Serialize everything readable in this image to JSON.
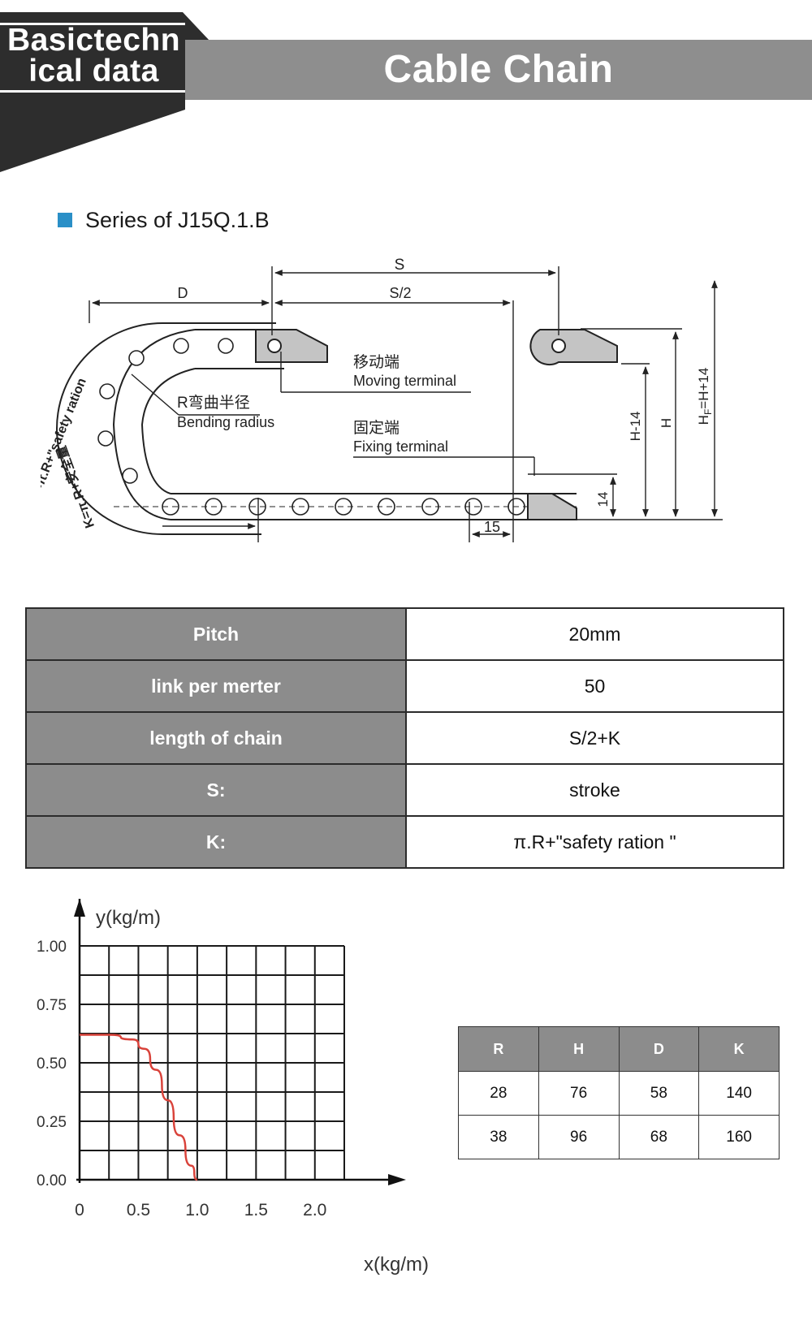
{
  "header": {
    "left_title_line1": "Basictechn",
    "left_title_line2": "ical data",
    "right_title": "Cable Chain"
  },
  "series": {
    "label": "Series of J15Q.1.B"
  },
  "diagram": {
    "labels": {
      "S": "S",
      "S_half": "S/2",
      "D": "D",
      "K_formula": "K=π.R+\"safety ration",
      "K_formula_cn": "K=π.R+安全量",
      "moving_cn": "移动端",
      "moving_en": "Moving terminal",
      "bending_cn": "R弯曲半径",
      "bending_en": "Bending radius",
      "fixing_cn": "固定端",
      "fixing_en": "Fixing terminal",
      "H_minus": "H-14",
      "H": "H",
      "HF": "H",
      "HF_sub": "F",
      "HF_rest": "=H+14",
      "dim14": "14",
      "dim15": "15"
    }
  },
  "specs": [
    {
      "key": "Pitch",
      "value": "20mm"
    },
    {
      "key": "link per merter",
      "value": "50"
    },
    {
      "key": "length of chain",
      "value": "S/2+K"
    },
    {
      "key": "S:",
      "value": "stroke"
    },
    {
      "key": "K:",
      "value": "π.R+\"safety ration \""
    }
  ],
  "chart_data": {
    "type": "line",
    "title": "",
    "xlabel": "x(kg/m)",
    "ylabel": "y(kg/m)",
    "x_ticks": [
      "0",
      "0.5",
      "1.0",
      "1.5",
      "2.0"
    ],
    "y_ticks": [
      "0.00",
      "0.25",
      "0.50",
      "0.75",
      "1.00"
    ],
    "xlim": [
      0,
      2.25
    ],
    "ylim": [
      0,
      1.0
    ],
    "grid": true,
    "series": [
      {
        "color": "#d9423a",
        "x": [
          0,
          0.25,
          0.45,
          0.55,
          0.65,
          0.75,
          0.85,
          0.95,
          1.0
        ],
        "y": [
          0.62,
          0.62,
          0.6,
          0.56,
          0.47,
          0.34,
          0.19,
          0.06,
          0
        ]
      }
    ]
  },
  "rhdk_table": {
    "headers": [
      "R",
      "H",
      "D",
      "K"
    ],
    "rows": [
      [
        "28",
        "76",
        "58",
        "140"
      ],
      [
        "38",
        "96",
        "68",
        "160"
      ]
    ]
  }
}
